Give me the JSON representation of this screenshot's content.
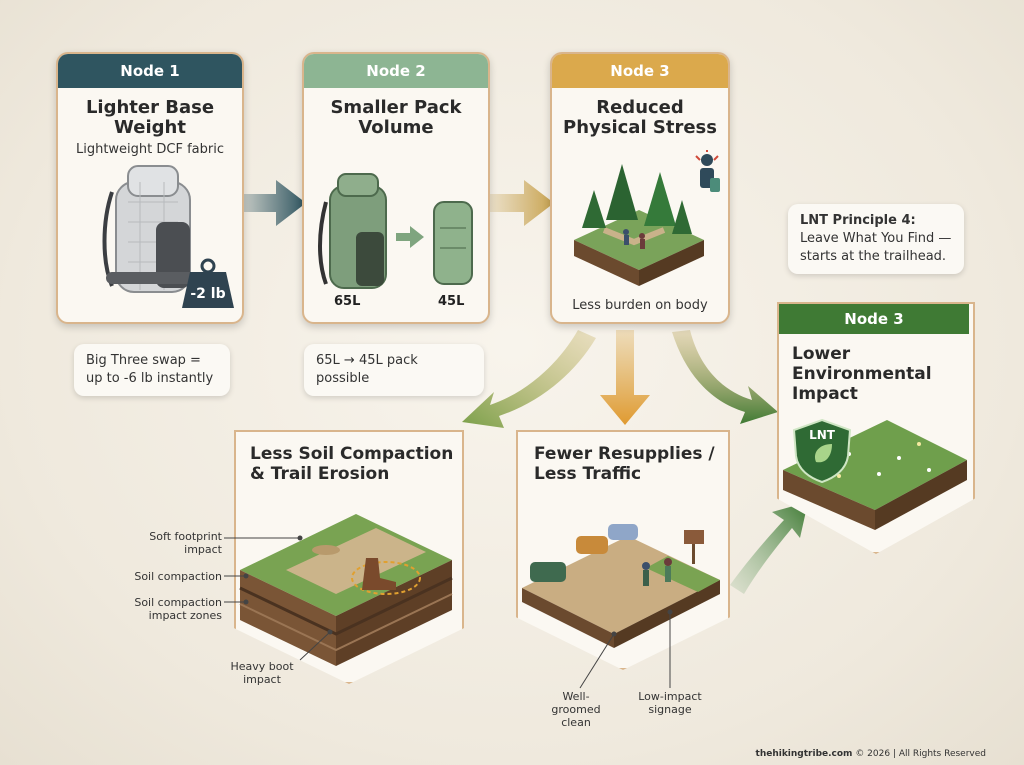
{
  "node1": {
    "header": "Node 1",
    "title": "Lighter Base Weight",
    "subtitle": "Lightweight DCF fabric",
    "badge": "-2 lb",
    "note": "Big Three swap = up to -6 lb instantly"
  },
  "node2": {
    "header": "Node 2",
    "title": "Smaller Pack Volume",
    "label_large": "65L",
    "label_small": "45L",
    "note": "65L → 45L pack possible"
  },
  "node3": {
    "header": "Node 3",
    "title": "Reduced Physical Stress",
    "caption": "Less burden on body"
  },
  "node4": {
    "header": "Node 3",
    "title": "Lower Environmental Impact",
    "shield_text": "LNT"
  },
  "lnt_note": {
    "title": "LNT Principle 4:",
    "line1": "Leave What You Find —",
    "line2": "starts at the trailhead."
  },
  "soil": {
    "title_line1": "Less Soil Compaction",
    "title_line2": "& Trail Erosion",
    "labels": [
      "Soft footprint impact",
      "Soil compaction",
      "Soil compaction impact zones",
      "Heavy boot impact"
    ]
  },
  "resupply": {
    "title_line1": "Fewer Resupplies /",
    "title_line2": "Less Traffic",
    "labels": [
      "Well-groomed clean",
      "Low-impact signage"
    ]
  },
  "footer": {
    "site": "thehikingtribe.com",
    "rest": "© 2026 | All Rights Reserved"
  },
  "colors": {
    "node1": "#2f5560",
    "node2": "#8db593",
    "node3": "#dba94c",
    "node4": "#3f7a34",
    "card_border": "#d9b58c"
  }
}
